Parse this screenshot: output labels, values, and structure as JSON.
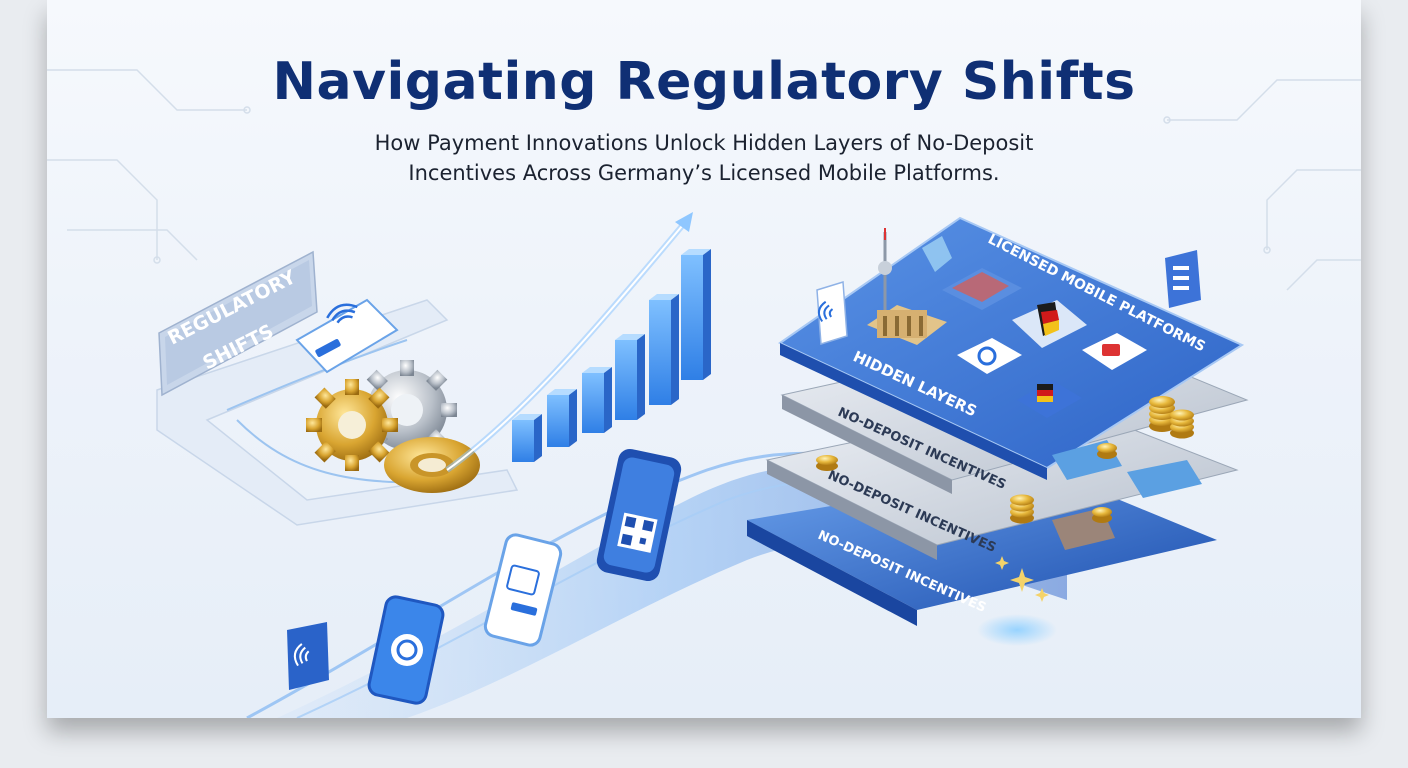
{
  "header": {
    "title": "Navigating Regulatory Shifts",
    "subtitle_line1": "How Payment Innovations Unlock Hidden Layers of No-Deposit",
    "subtitle_line2": "Incentives Across Germany’s Licensed Mobile Platforms."
  },
  "left_sign": {
    "line1": "REGULATORY",
    "line2": "SHIFTS"
  },
  "layers": {
    "top": "LICENSED MOBILE PLATFORMS",
    "hidden": "HIDDEN LAYERS",
    "incentive1": "NO-DEPOSIT INCENTIVES",
    "incentive2": "NO-DEPOSIT INCENTIVES",
    "incentive3": "NO-DEPOSIT INCENTIVES"
  },
  "icons": [
    "contactless-icon",
    "gear-icon",
    "bar-chart-icon",
    "smartphone-icon",
    "qr-code-icon",
    "coin-stack-icon",
    "tv-tower-icon",
    "brandenburg-gate-icon",
    "germany-map-icon",
    "sparkle-icon",
    "menu-list-icon"
  ],
  "colors": {
    "title": "#0f2f74",
    "accent_blue": "#2a6fdc",
    "gold": "#e3b23c",
    "layer_blue": "#3b78d8"
  }
}
